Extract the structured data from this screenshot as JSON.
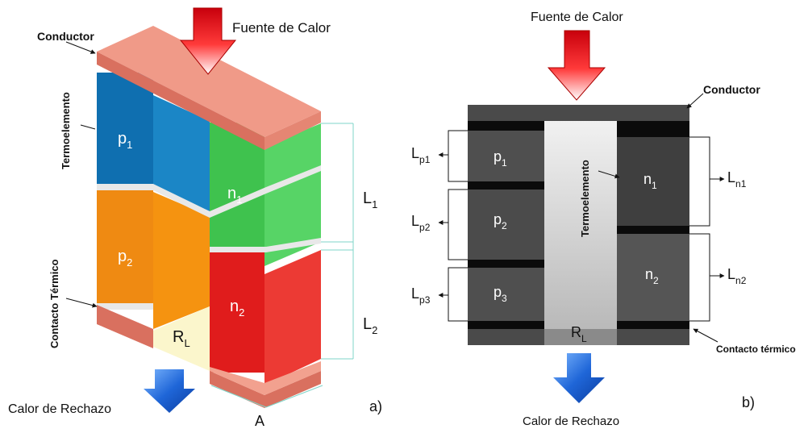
{
  "panel_a": {
    "conductor": "Conductor",
    "heat_source": "Fuente de Calor",
    "thermoelement": "Termoelemento",
    "thermal_contact": "Contacto Térmico",
    "heat_reject": "Calor de Rechazo",
    "area": "A",
    "panel_label": "a)",
    "p1": {
      "base": "p",
      "sub": "1"
    },
    "p2": {
      "base": "p",
      "sub": "2"
    },
    "n1": {
      "base": "n",
      "sub": "1"
    },
    "n2": {
      "base": "n",
      "sub": "2"
    },
    "rl": {
      "base": "R",
      "sub": "L"
    },
    "l1": {
      "base": "L",
      "sub": "1"
    },
    "l2": {
      "base": "L",
      "sub": "2"
    }
  },
  "panel_b": {
    "heat_source": "Fuente de Calor",
    "conductor": "Conductor",
    "thermoelement": "Termoelemento",
    "thermal_contact": "Contacto térmico",
    "heat_reject": "Calor de Rechazo",
    "panel_label": "b)",
    "p1": {
      "base": "p",
      "sub": "1"
    },
    "p2": {
      "base": "p",
      "sub": "2"
    },
    "p3": {
      "base": "p",
      "sub": "3"
    },
    "n1": {
      "base": "n",
      "sub": "1"
    },
    "n2": {
      "base": "n",
      "sub": "2"
    },
    "rl": {
      "base": "R",
      "sub": "L"
    },
    "lp1": {
      "base": "L",
      "sub": "p1"
    },
    "lp2": {
      "base": "L",
      "sub": "p2"
    },
    "lp3": {
      "base": "L",
      "sub": "p3"
    },
    "ln1": {
      "base": "L",
      "sub": "n1"
    },
    "ln2": {
      "base": "L",
      "sub": "n2"
    }
  },
  "colors": {
    "conductor": "#f09a88",
    "p1": "#0f6fb0",
    "p2": "#ef8a12",
    "n1": "#3fc24e",
    "n2": "#e01c1c",
    "rl": "#fbf6cc",
    "heat_arrow": "#e0101a",
    "reject_arrow": "#1a5fd0"
  }
}
